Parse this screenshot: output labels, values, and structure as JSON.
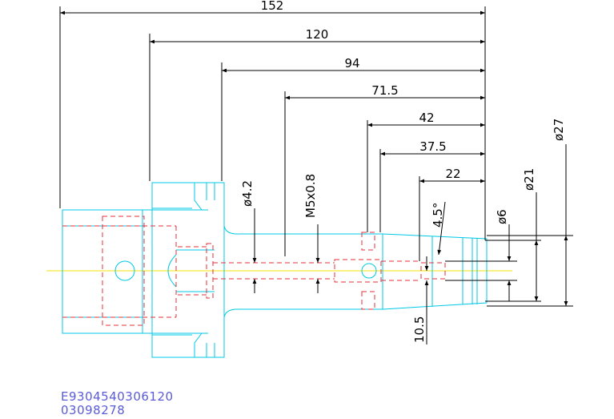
{
  "colors": {
    "dimension_line": "#000000",
    "outline": "#00c8e6",
    "hidden": "#e0303a",
    "centerline": "#f0e000",
    "code_text": "#5b5bd8"
  },
  "dimensions": {
    "length_152": "152",
    "length_120": "120",
    "length_94": "94",
    "length_71_5": "71.5",
    "length_42": "42",
    "length_37_5": "37.5",
    "length_22": "22",
    "dia_4_2": "ø4.2",
    "thread_m5": "M5x0.8",
    "angle_4_5": "4.5°",
    "dia_6": "ø6",
    "dia_21": "ø21",
    "dia_27": "ø27",
    "length_10_5": "10.5"
  },
  "part_codes": {
    "line1": "E9304540306120",
    "line2": "03098278"
  }
}
